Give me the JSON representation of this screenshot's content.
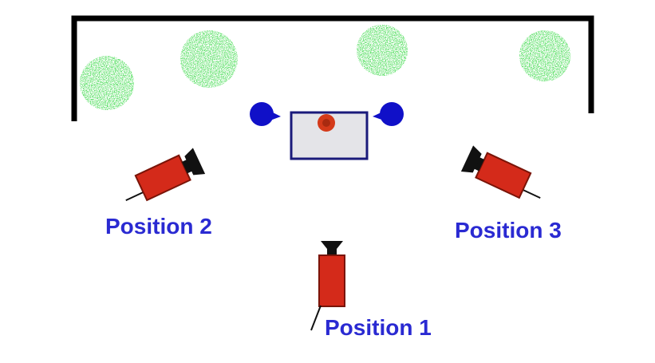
{
  "colors": {
    "wall": "#000000",
    "plant": "#22c22a",
    "chair": "#1010c8",
    "table_fill": "#e4e4e8",
    "table_border": "#1a1a7a",
    "centerpiece": "#d43a1a",
    "camera_body": "#d42a1a",
    "camera_outline": "#7a1408",
    "camera_lens": "#111111",
    "label": "#2a2ad2"
  },
  "labels": {
    "position_1": "Position 1",
    "position_2": "Position 2",
    "position_3": "Position 3"
  }
}
